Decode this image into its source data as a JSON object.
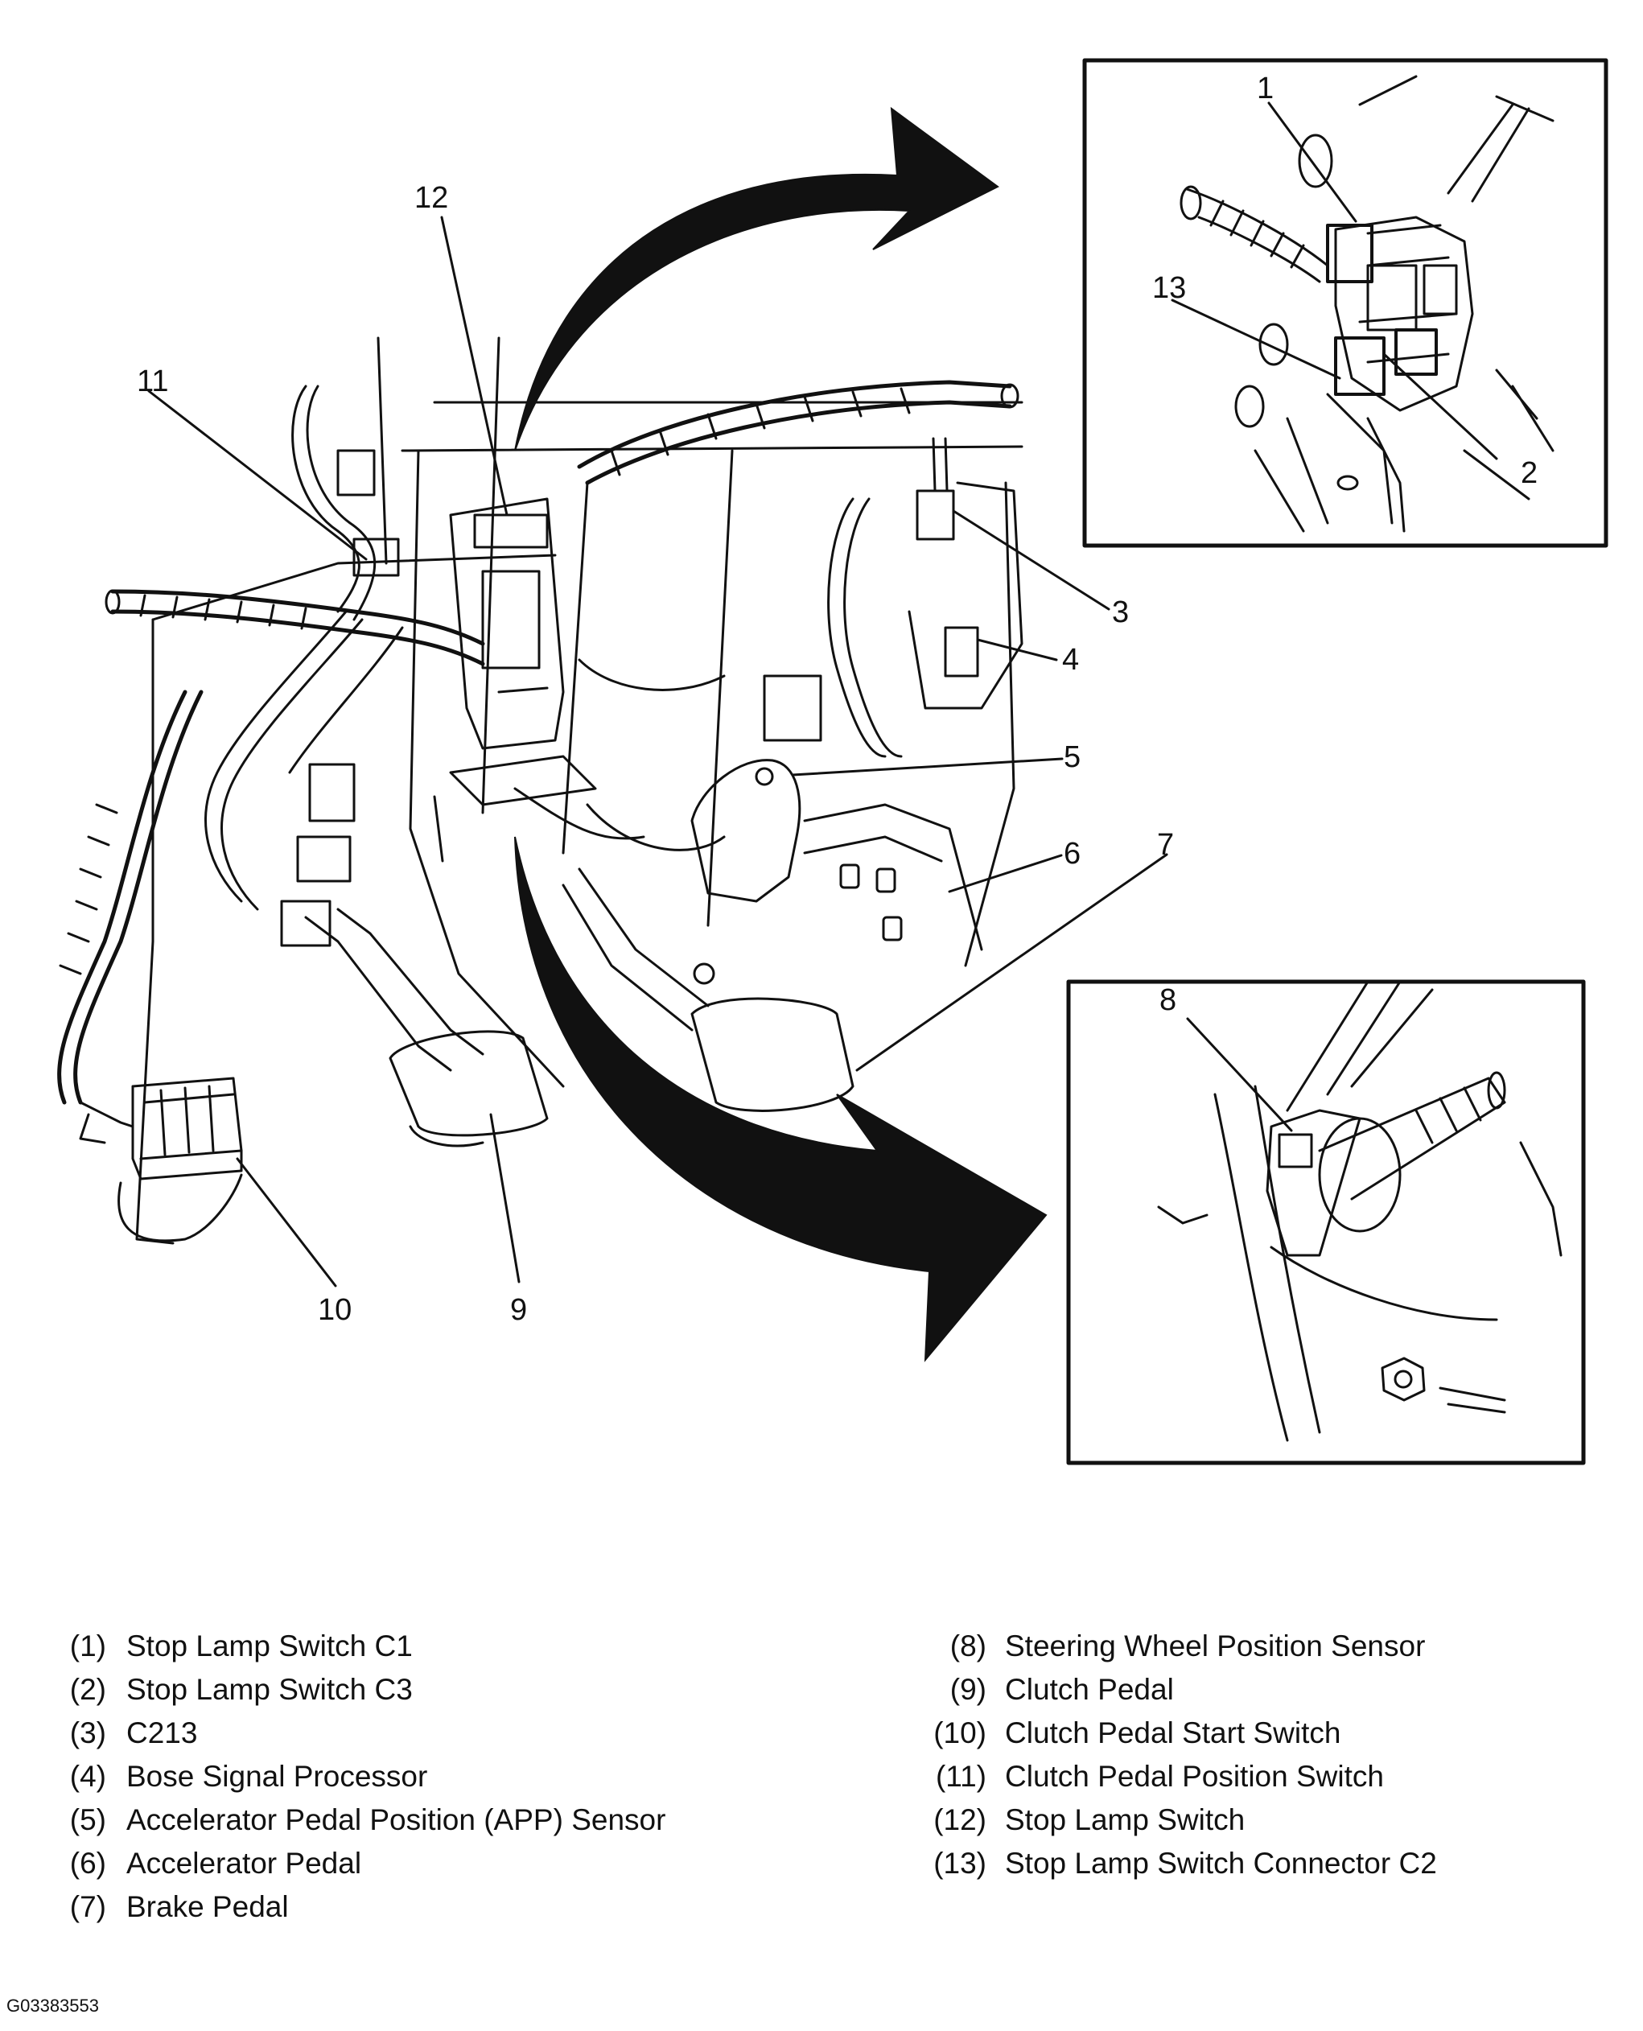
{
  "callouts": {
    "c1": "1",
    "c2": "2",
    "c3": "3",
    "c4": "4",
    "c5": "5",
    "c6": "6",
    "c7": "7",
    "c8": "8",
    "c9": "9",
    "c10": "10",
    "c11": "11",
    "c12": "12",
    "c13": "13"
  },
  "legend": {
    "left": [
      {
        "num": "(1)",
        "label": "Stop Lamp Switch C1"
      },
      {
        "num": "(2)",
        "label": "Stop Lamp Switch C3"
      },
      {
        "num": "(3)",
        "label": "C213"
      },
      {
        "num": "(4)",
        "label": "Bose Signal Processor"
      },
      {
        "num": "(5)",
        "label": "Accelerator Pedal Position (APP) Sensor"
      },
      {
        "num": "(6)",
        "label": "Accelerator Pedal"
      },
      {
        "num": "(7)",
        "label": "Brake Pedal"
      }
    ],
    "right": [
      {
        "num": "(8)",
        "label": "Steering Wheel Position Sensor"
      },
      {
        "num": "(9)",
        "label": "Clutch Pedal"
      },
      {
        "num": "(10)",
        "label": "Clutch Pedal Start Switch"
      },
      {
        "num": "(11)",
        "label": "Clutch Pedal Position Switch"
      },
      {
        "num": "(12)",
        "label": "Stop Lamp Switch"
      },
      {
        "num": "(13)",
        "label": "Stop Lamp Switch Connector C2"
      }
    ]
  },
  "figure_id": "G03383553"
}
